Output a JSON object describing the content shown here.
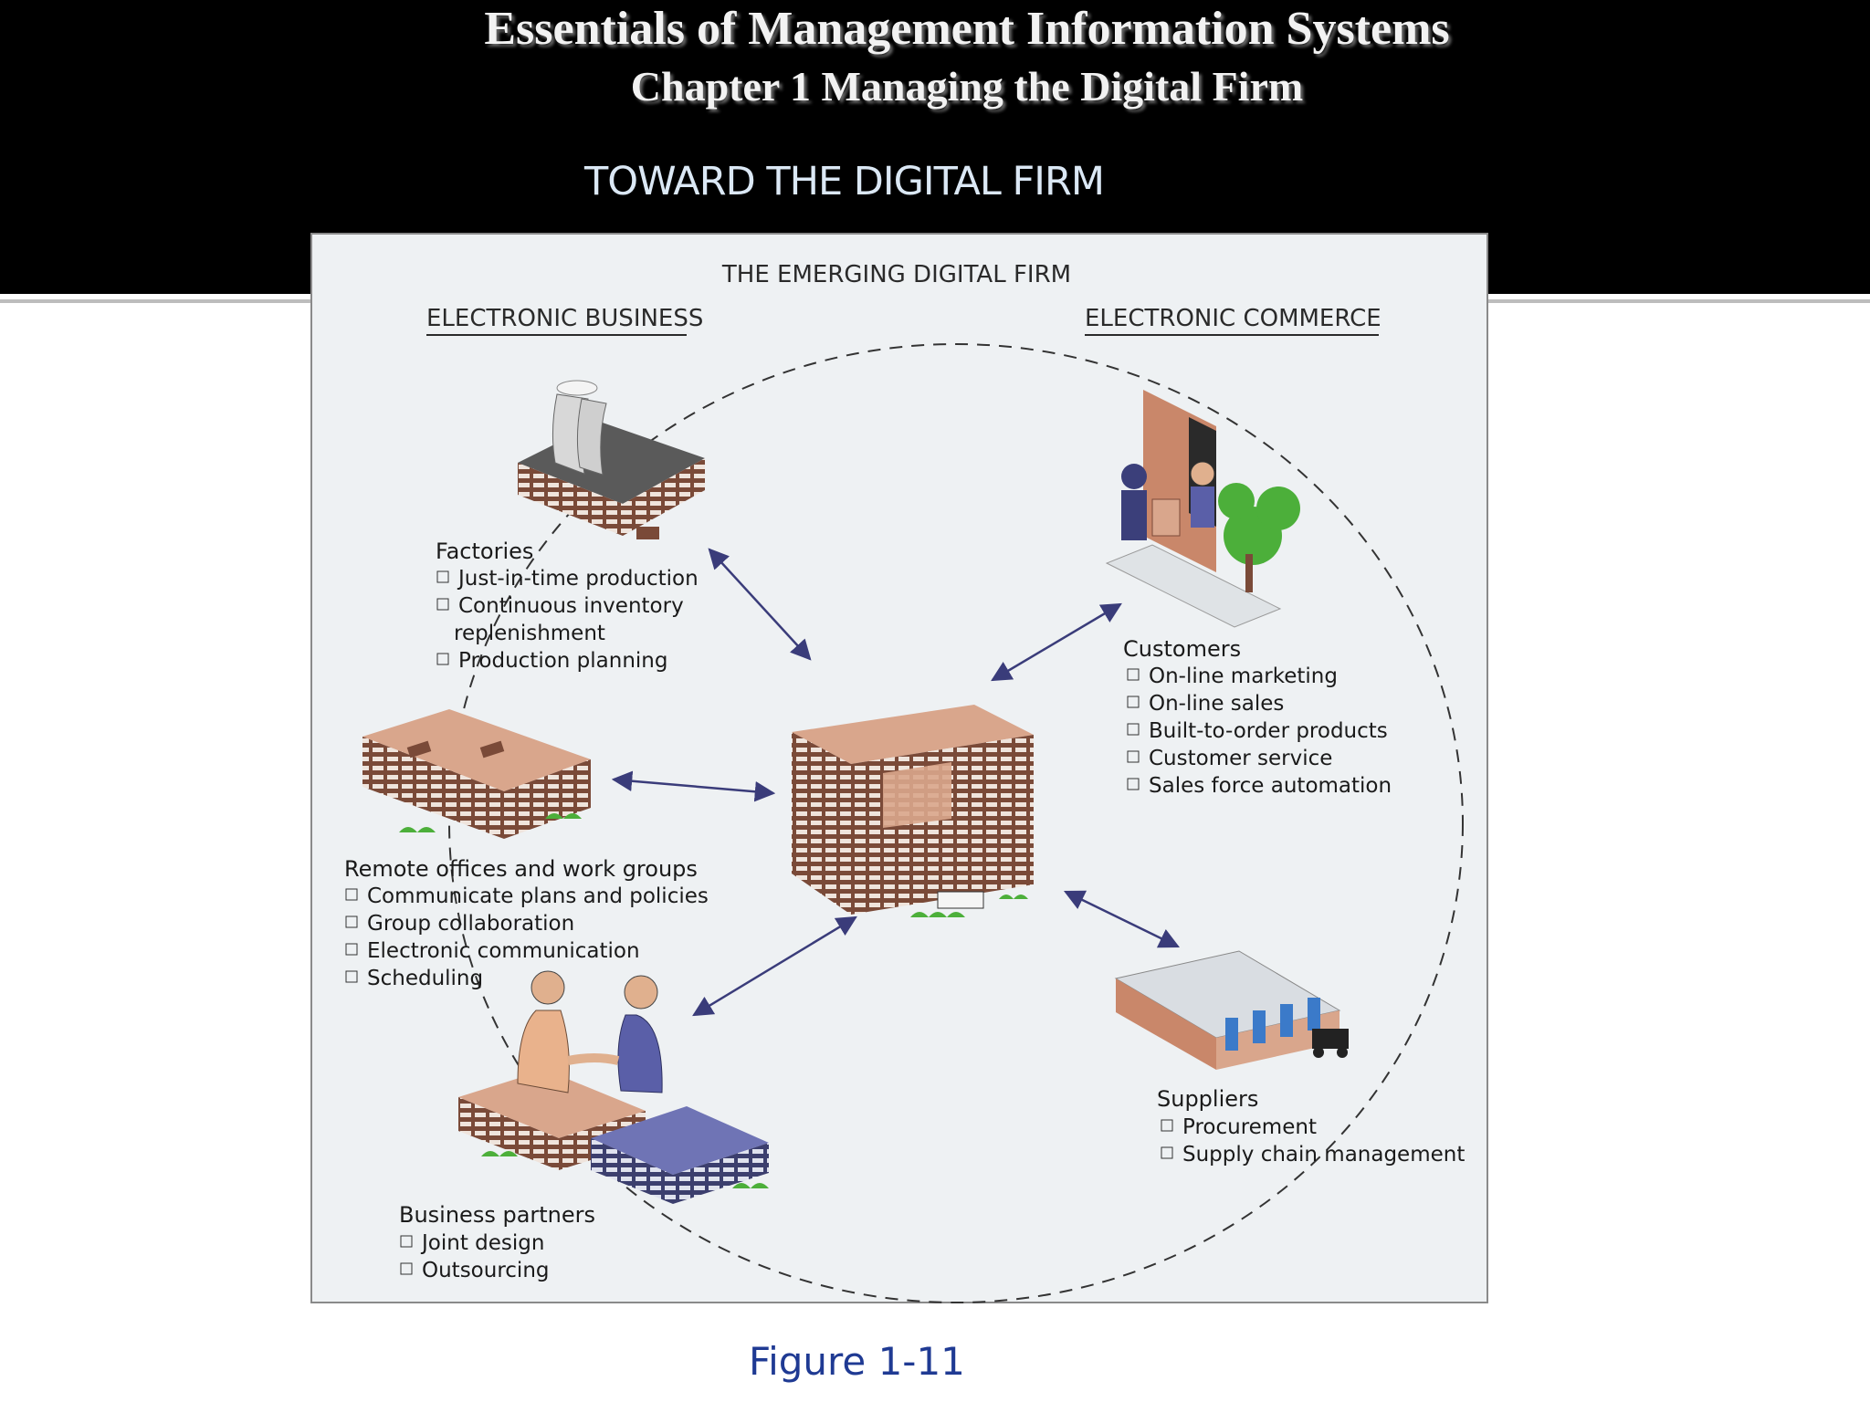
{
  "slide": {
    "title_line1": "Essentials of Management Information Systems",
    "title_line2": "Chapter 1 Managing the Digital Firm",
    "section_heading": "TOWARD THE DIGITAL FIRM",
    "caption": "Figure 1-11"
  },
  "diagram": {
    "title": "THE EMERGING DIGITAL FIRM",
    "left_header": "ELECTRONIC BUSINESS",
    "right_header": "ELECTRONIC COMMERCE",
    "nodes": {
      "factories": {
        "heading": "Factories",
        "items": [
          "Just-in-time production",
          "Continuous inventory",
          "replenishment",
          "Production planning"
        ]
      },
      "remote_offices": {
        "heading": "Remote offices and work groups",
        "items": [
          "Communicate plans and policies",
          "Group collaboration",
          "Electronic communication",
          "Scheduling"
        ]
      },
      "business_partners": {
        "heading": "Business partners",
        "items": [
          "Joint design",
          "Outsourcing"
        ]
      },
      "customers": {
        "heading": "Customers",
        "items": [
          "On-line marketing",
          "On-line sales",
          "Built-to-order products",
          "Customer service",
          "Sales force automation"
        ]
      },
      "suppliers": {
        "heading": "Suppliers",
        "items": [
          "Procurement",
          "Supply chain management"
        ]
      }
    },
    "colors": {
      "building_roof": "#d9a68c",
      "building_side": "#7a4a38",
      "arrow": "#3a3c7a",
      "greenery": "#4caf3a"
    }
  }
}
